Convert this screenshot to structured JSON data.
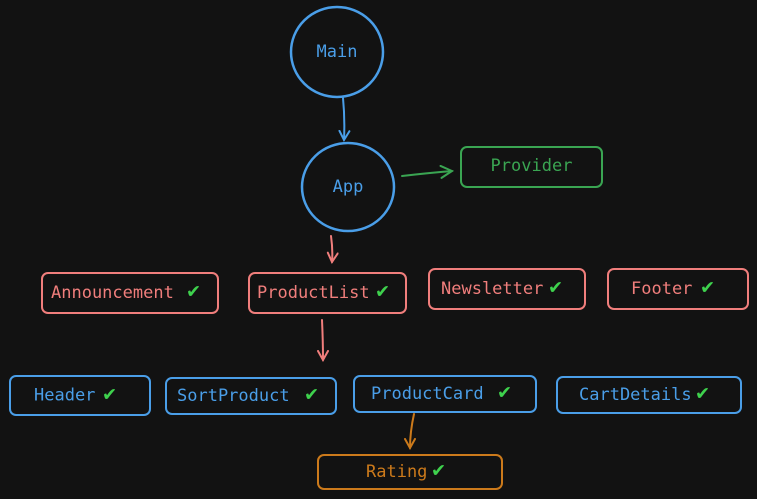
{
  "colors": {
    "blue": "#4a9ee8",
    "green": "#3aa552",
    "red": "#f07e7c",
    "orange": "#cc7a1b",
    "check": "#3ed14d",
    "background": "#121212"
  },
  "nodes": {
    "main": {
      "label": "Main"
    },
    "app": {
      "label": "App"
    },
    "provider": {
      "label": "Provider"
    },
    "announcement": {
      "label": "Announcement",
      "check": "✔"
    },
    "productlist": {
      "label": "ProductList",
      "check": "✔"
    },
    "newsletter": {
      "label": "Newsletter",
      "check": "✔"
    },
    "footer": {
      "label": "Footer",
      "check": "✔"
    },
    "header": {
      "label": "Header",
      "check": "✔"
    },
    "sortproduct": {
      "label": "SortProduct",
      "check": "✔"
    },
    "productcard": {
      "label": "ProductCard",
      "check": "✔"
    },
    "cartdetails": {
      "label": "CartDetails",
      "check": "✔"
    },
    "rating": {
      "label": "Rating",
      "check": "✔"
    }
  },
  "edges": [
    {
      "from": "main",
      "to": "app"
    },
    {
      "from": "app",
      "to": "provider"
    },
    {
      "from": "app",
      "to": "productlist"
    },
    {
      "from": "productlist",
      "to": "sortproduct"
    },
    {
      "from": "productcard",
      "to": "rating"
    }
  ]
}
